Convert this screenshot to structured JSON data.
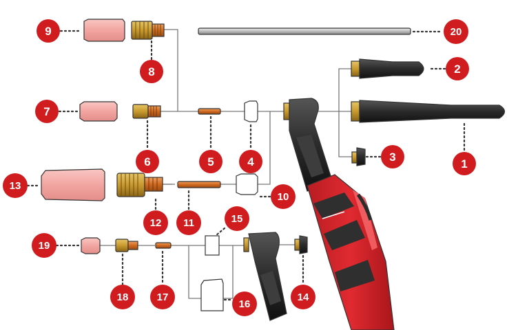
{
  "diagram": {
    "callouts": [
      "1",
      "2",
      "3",
      "4",
      "5",
      "6",
      "7",
      "8",
      "9",
      "10",
      "11",
      "12",
      "13",
      "14",
      "15",
      "16",
      "17",
      "18",
      "19",
      "20"
    ]
  },
  "colors": {
    "callout_red": "#d01c1f",
    "ceramic_pink": "#f2a5a1",
    "brass": "#c99a2e",
    "copper": "#d2691e",
    "torch_red": "#d9272e",
    "torch_dark": "#2f2f2f",
    "cap_black": "#2b2b2b"
  },
  "icons": [
    "tig-torch-head",
    "back-cap",
    "gas-lens",
    "collet",
    "ceramic-nozzle",
    "torch-handle"
  ]
}
